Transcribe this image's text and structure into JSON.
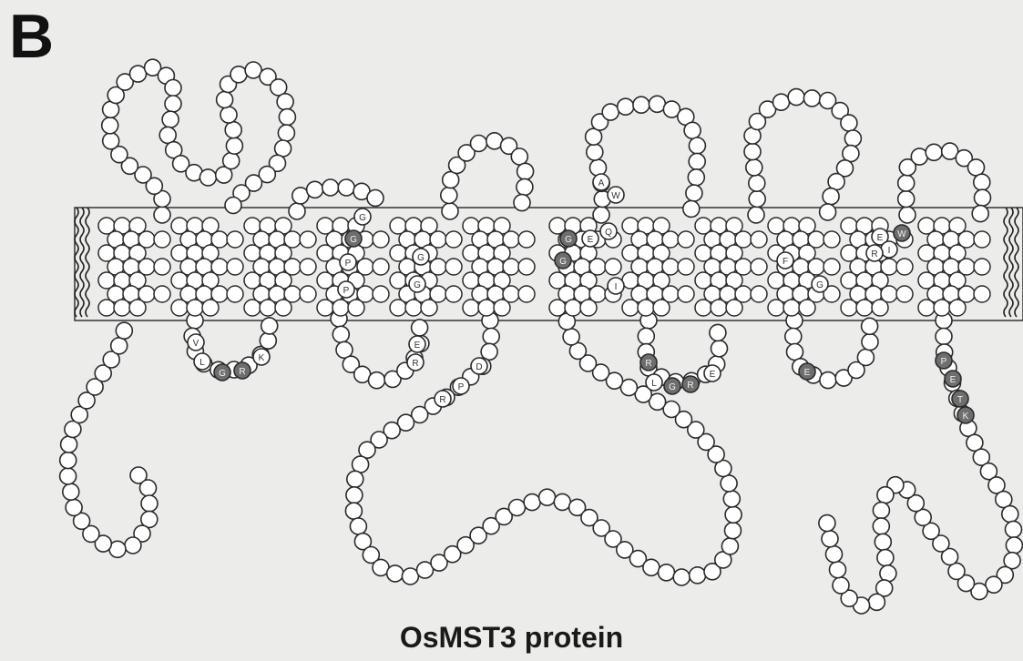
{
  "panel_label": "B",
  "caption": "OsMST3 protein",
  "colors": {
    "background": "#ececea",
    "residue_fill": "#ffffff",
    "residue_stroke": "#2a2a2a",
    "highlight_dark": "#6e6e6e",
    "highlight_light": "#a9a9a9",
    "membrane_line": "#333333"
  },
  "membrane": {
    "transmembrane_helix_count": 12
  },
  "labeled_residues": [
    {
      "letter": "V",
      "region": "loop-2"
    },
    {
      "letter": "L",
      "region": "loop-2"
    },
    {
      "letter": "G",
      "region": "loop-2"
    },
    {
      "letter": "R",
      "region": "loop-2"
    },
    {
      "letter": "K",
      "region": "loop-2"
    },
    {
      "letter": "G",
      "region": "helix-4"
    },
    {
      "letter": "G",
      "region": "helix-4"
    },
    {
      "letter": "P",
      "region": "helix-4"
    },
    {
      "letter": "P",
      "region": "helix-4"
    },
    {
      "letter": "G",
      "region": "helix-5"
    },
    {
      "letter": "G",
      "region": "helix-5"
    },
    {
      "letter": "E",
      "region": "loop-4"
    },
    {
      "letter": "R",
      "region": "loop-4"
    },
    {
      "letter": "R",
      "region": "loop-6"
    },
    {
      "letter": "P",
      "region": "loop-6"
    },
    {
      "letter": "D",
      "region": "loop-6"
    },
    {
      "letter": "A",
      "region": "loop-7"
    },
    {
      "letter": "W",
      "region": "loop-7"
    },
    {
      "letter": "G",
      "region": "helix-7"
    },
    {
      "letter": "G",
      "region": "helix-7"
    },
    {
      "letter": "E",
      "region": "helix-7"
    },
    {
      "letter": "Q",
      "region": "helix-7"
    },
    {
      "letter": "I",
      "region": "helix-7"
    },
    {
      "letter": "R",
      "region": "loop-8"
    },
    {
      "letter": "L",
      "region": "loop-8"
    },
    {
      "letter": "G",
      "region": "loop-8"
    },
    {
      "letter": "R",
      "region": "loop-8"
    },
    {
      "letter": "E",
      "region": "loop-8"
    },
    {
      "letter": "F",
      "region": "helix-10"
    },
    {
      "letter": "G",
      "region": "helix-10"
    },
    {
      "letter": "E",
      "region": "loop-10"
    },
    {
      "letter": "E",
      "region": "helix-11"
    },
    {
      "letter": "I",
      "region": "helix-11"
    },
    {
      "letter": "W",
      "region": "helix-11"
    },
    {
      "letter": "R",
      "region": "helix-11"
    },
    {
      "letter": "P",
      "region": "c-terminus"
    },
    {
      "letter": "E",
      "region": "c-terminus"
    },
    {
      "letter": "T",
      "region": "c-terminus"
    },
    {
      "letter": "K",
      "region": "c-terminus"
    }
  ]
}
